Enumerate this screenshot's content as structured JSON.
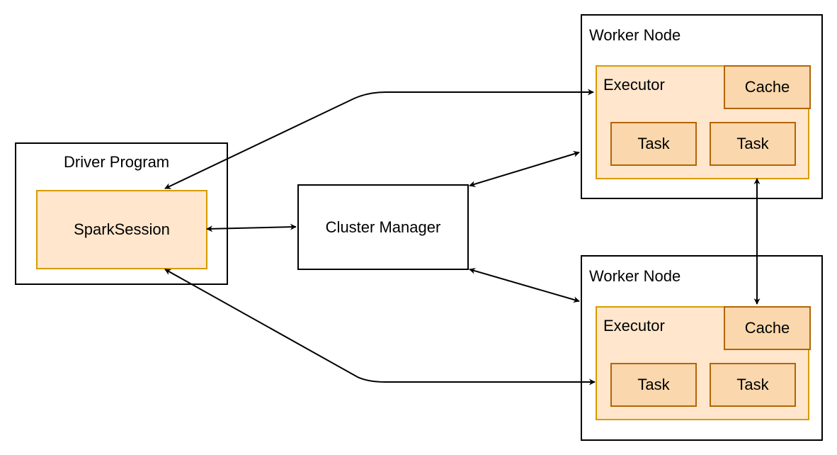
{
  "driver": {
    "title": "Driver Program",
    "session": "SparkSession"
  },
  "cluster_manager": {
    "label": "Cluster Manager"
  },
  "workers": [
    {
      "title": "Worker Node",
      "executor": "Executor",
      "cache": "Cache",
      "tasks": [
        "Task",
        "Task"
      ]
    },
    {
      "title": "Worker Node",
      "executor": "Executor",
      "cache": "Cache",
      "tasks": [
        "Task",
        "Task"
      ]
    }
  ]
}
